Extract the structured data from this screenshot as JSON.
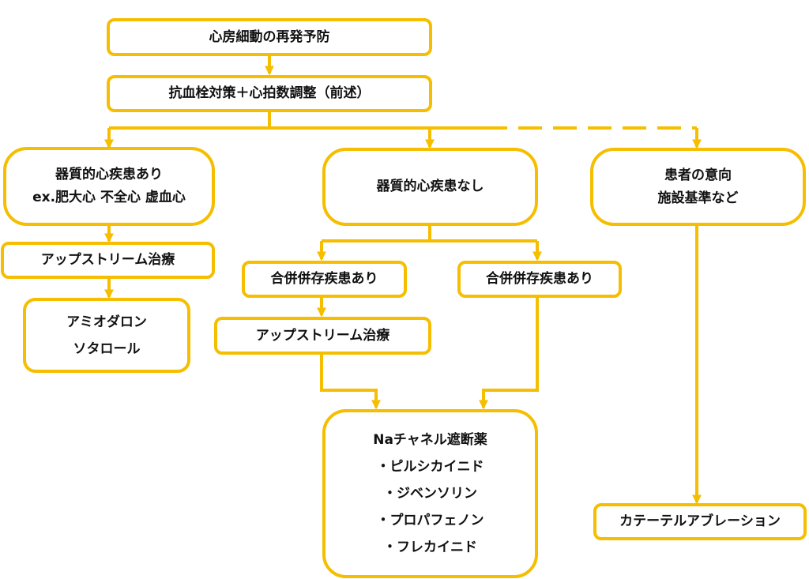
{
  "colors": {
    "accent": "#F5BE00",
    "text": "#111111"
  },
  "nodes": {
    "top": {
      "label": "心房細動の再発予防"
    },
    "second": {
      "label": "抗血栓対策＋心拍数調整（前述）"
    },
    "organic_yes": {
      "lines": [
        "器質的心疾患あり",
        "ex.肥大心 不全心 虚血心"
      ]
    },
    "organic_no": {
      "label": "器質的心疾患なし"
    },
    "patient": {
      "lines": [
        "患者の意向",
        "施設基準など"
      ]
    },
    "upstream_left": {
      "label": "アップストリーム治療"
    },
    "amio": {
      "lines": [
        "アミオダロン",
        "ソタロール"
      ]
    },
    "comorbid_left": {
      "label": "合併併存疾患あり"
    },
    "comorbid_right": {
      "label": "合併併存疾患あり"
    },
    "upstream_mid": {
      "label": "アップストリーム治療"
    },
    "na": {
      "lines": [
        "Naチャネル遮断薬",
        "・ピルシカイニド",
        "・ジベンソリン",
        "・プロパフェノン",
        "・フレカイニド"
      ]
    },
    "catheter": {
      "label": "カテーテルアブレーション"
    }
  }
}
